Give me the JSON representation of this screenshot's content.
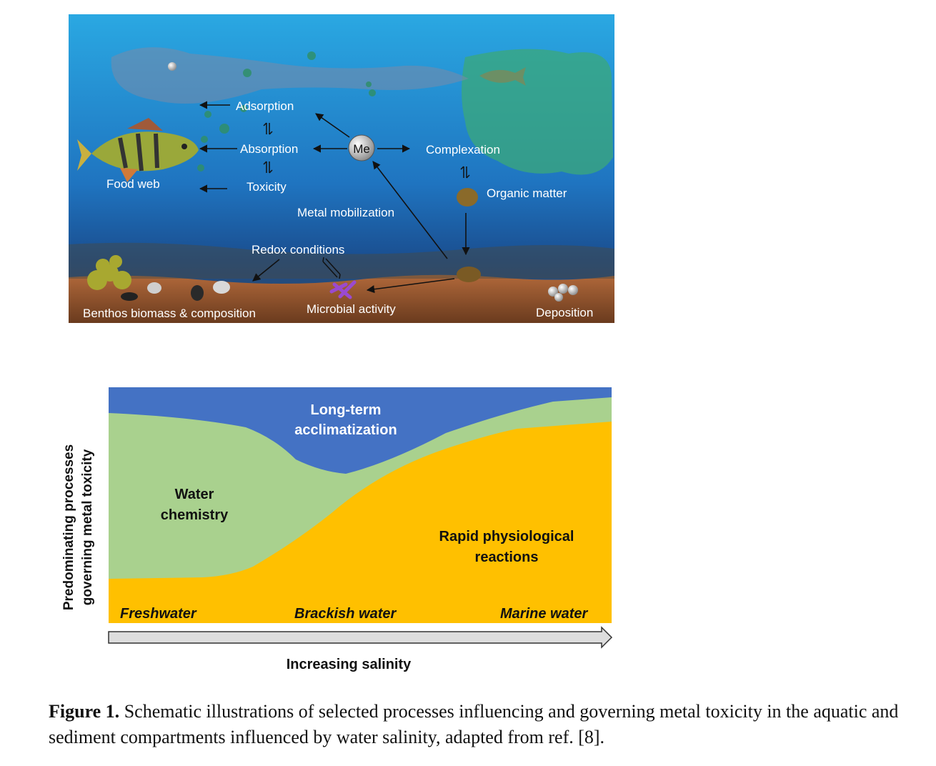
{
  "scene": {
    "labels": {
      "me": "Me",
      "adsorption": "Adsorption",
      "absorption": "Absorption",
      "toxicity": "Toxicity",
      "food_web": "Food web",
      "complexation": "Complexation",
      "organic_matter": "Organic matter",
      "metal_mobilization": "Metal mobilization",
      "redox_conditions": "Redox conditions",
      "benthos": "Benthos biomass & composition",
      "microbial_activity": "Microbial activity",
      "deposition": "Deposition"
    },
    "colors": {
      "water_top": "#29a7e0",
      "water_bottom": "#1d4f96",
      "sediment": "#9b5a2c",
      "plume": "#3ba87a"
    }
  },
  "profile": {
    "y_axis_label_line1": "Predominating processes",
    "y_axis_label_line2": "governing metal toxicity",
    "x_axis_label": "Increasing salinity",
    "regions": {
      "long_term_line1": "Long-term",
      "long_term_line2": "acclimatization",
      "water_chem_line1": "Water",
      "water_chem_line2": "chemistry",
      "rapid_line1": "Rapid physiological",
      "rapid_line2": "reactions"
    },
    "zones": {
      "freshwater": "Freshwater",
      "brackish": "Brackish water",
      "marine": "Marine water"
    },
    "colors": {
      "long_term": "#4472c4",
      "water_chemistry": "#a9d18e",
      "rapid": "#ffc000"
    }
  },
  "caption": {
    "prefix": "Figure 1.",
    "text": " Schematic illustrations of selected processes influencing and governing metal toxicity in the aquatic and sediment compartments influenced by water salinity, adapted from ref. [8]."
  }
}
